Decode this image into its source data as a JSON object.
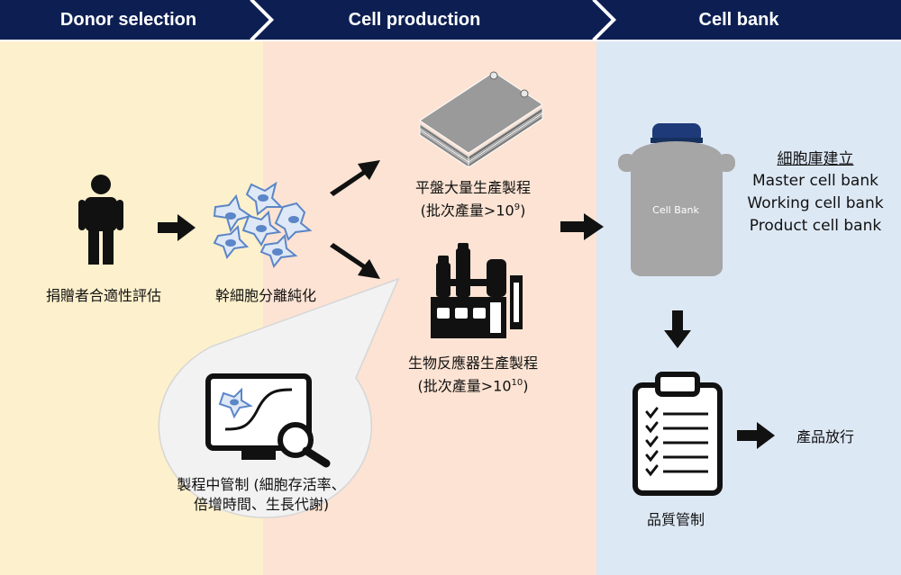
{
  "stages": [
    "Donor selection",
    "Cell production",
    "Cell bank"
  ],
  "donor": {
    "label": "捐贈者合適性評估"
  },
  "isolation": {
    "label": "幹細胞分離純化"
  },
  "plate": {
    "line1": "平盤大量生產製程",
    "line2_prefix": "(批次產量>10",
    "line2_exp": "9",
    "line2_suffix": ")"
  },
  "bioreactor": {
    "line1": "生物反應器生產製程",
    "line2_prefix": "(批次產量>10",
    "line2_exp": "10",
    "line2_suffix": ")"
  },
  "ipc": {
    "line1": "製程中管制 (細胞存活率、",
    "line2": "倍增時間、生長代謝)"
  },
  "tank": {
    "label": "Cell Bank"
  },
  "bank": {
    "title": "細胞庫建立",
    "items": [
      "Master cell bank",
      "Working cell bank",
      "Product cell bank"
    ]
  },
  "qc": {
    "label": "品質管制"
  },
  "release": {
    "label": "產品放行"
  },
  "colors": {
    "banner": "#0d1f52",
    "black": "#111111",
    "tank": "#a6a6a6",
    "tank_cap": "#1e3a78",
    "cell": "#5b86c7"
  }
}
